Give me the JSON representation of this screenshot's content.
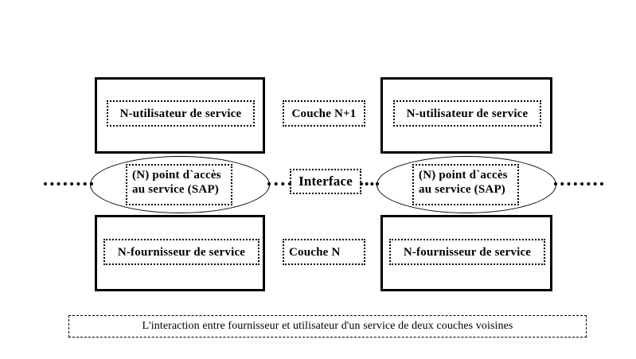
{
  "diagram": {
    "left_stack": {
      "upper_box_label": "N-utilisateur de service",
      "sap_line1": "(N) point d`accès",
      "sap_line2": "au service (SAP)",
      "lower_box_label": "N-fournisseur de service"
    },
    "right_stack": {
      "upper_box_label": "N-utilisateur de service",
      "sap_line1": "(N) point d`accès",
      "sap_line2": "au service (SAP)",
      "lower_box_label": "N-fournisseur de service"
    },
    "middle_labels": {
      "upper_layer": "Couche N+1",
      "interface": "Interface",
      "lower_layer": "Couche N"
    },
    "caption": "L'interaction entre fournisseur et utilisateur d'un service de deux couches voisines",
    "colors": {
      "stroke": "#000000",
      "background": "#ffffff"
    }
  }
}
